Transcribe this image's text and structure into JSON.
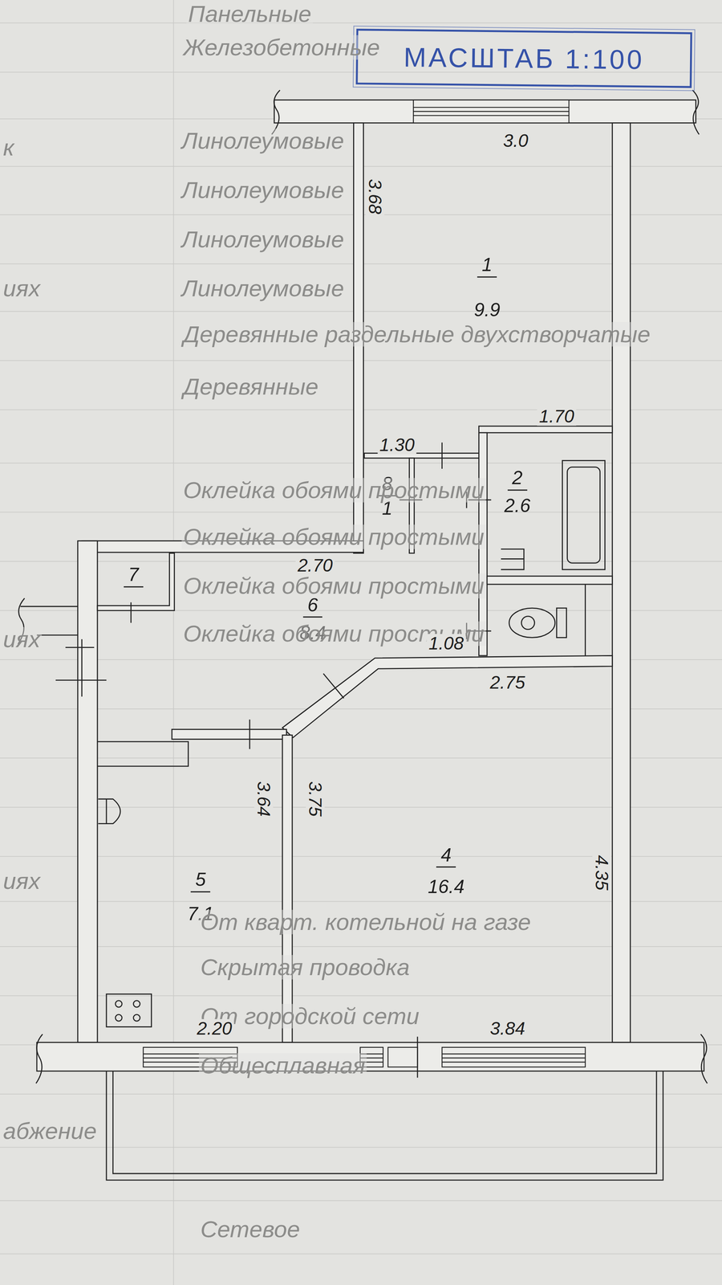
{
  "diagram": {
    "title": "МАСШТАБ 1:100",
    "nodes": [
      {
        "text": [
          "1",
          "9.9"
        ]
      },
      {
        "text": [
          "2",
          "2.6"
        ]
      },
      {
        "text": [
          "4",
          "16.4"
        ]
      },
      {
        "text": [
          "5",
          "7.1"
        ]
      },
      {
        "text": [
          "6",
          "8.4"
        ]
      },
      {
        "text": [
          "7"
        ]
      },
      {
        "text": [
          "8",
          "1"
        ]
      }
    ],
    "labels": [
      "Панельные",
      "Железобетонные",
      "Линолеумовые",
      "Линолеумовые",
      "Линолеумовые",
      "Линолеумовые",
      "Деревянные раздельные двухстворчатые",
      "Деревянные",
      "Оклейка обоями простыми",
      "Оклейка обоями простыми",
      "Оклейка обоями простыми",
      "Оклейка обоями простыми",
      "От кварт. котельной на газе",
      "Скрытая проводка",
      "От городской сети",
      "Общесплавная",
      "Сетевое",
      "к",
      "иях",
      "иях",
      "иях",
      "абжение",
      "3.0",
      "3.68",
      "1.70",
      "1.30",
      "2.70",
      "1.08",
      "2.75",
      "3.64",
      "3.75",
      "4.35",
      "2.20",
      "3.84"
    ]
  }
}
